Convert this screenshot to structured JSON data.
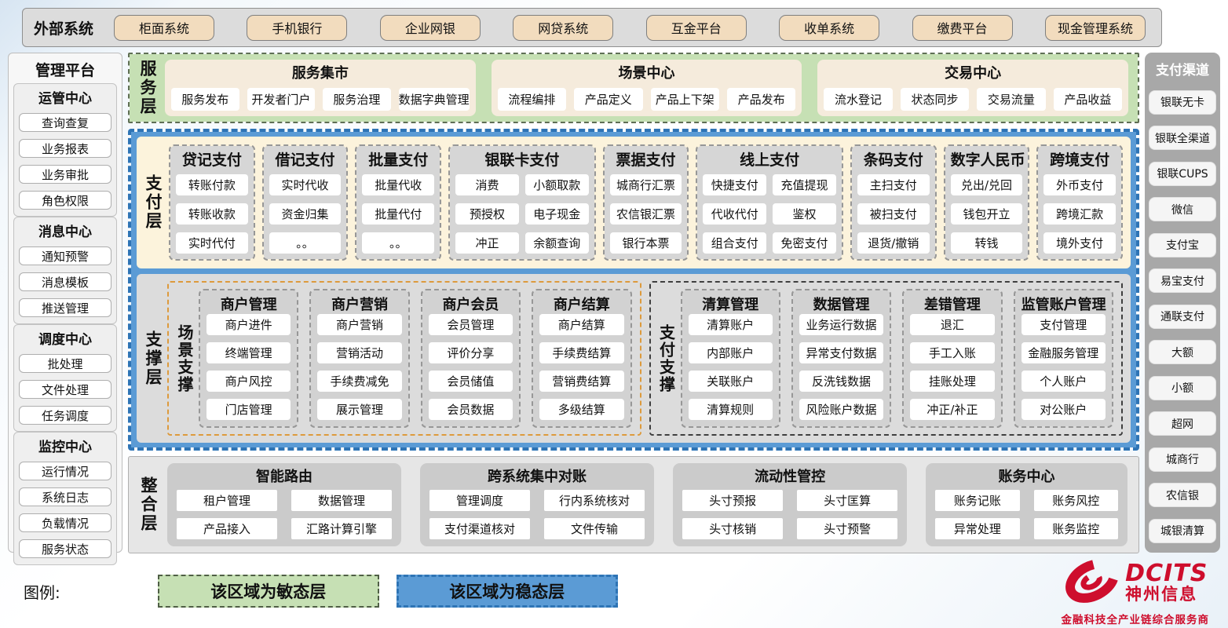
{
  "topbar": {
    "label": "外部系统",
    "items": [
      "柜面系统",
      "手机银行",
      "企业网银",
      "网贷系统",
      "互金平台",
      "收单系统",
      "缴费平台",
      "现金管理系统"
    ]
  },
  "left_sidebar": {
    "title": "管理平台",
    "groups": [
      {
        "title": "运管中心",
        "items": [
          "查询查复",
          "业务报表",
          "业务审批",
          "角色权限"
        ]
      },
      {
        "title": "消息中心",
        "items": [
          "通知预警",
          "消息模板",
          "推送管理"
        ]
      },
      {
        "title": "调度中心",
        "items": [
          "批处理",
          "文件处理",
          "任务调度"
        ]
      },
      {
        "title": "监控中心",
        "items": [
          "运行情况",
          "系统日志",
          "负载情况",
          "服务状态"
        ]
      }
    ]
  },
  "service_layer": {
    "label": "服务层",
    "centers": [
      {
        "title": "服务集市",
        "items": [
          "服务发布",
          "开发者门户",
          "服务治理",
          "数据字典管理"
        ]
      },
      {
        "title": "场景中心",
        "items": [
          "流程编排",
          "产品定义",
          "产品上下架",
          "产品发布"
        ]
      },
      {
        "title": "交易中心",
        "items": [
          "流水登记",
          "状态同步",
          "交易流量",
          "产品收益"
        ]
      }
    ]
  },
  "payment_layer": {
    "label": "支付层",
    "columns": [
      {
        "title": "贷记支付",
        "cols": 1,
        "items": [
          "转账付款",
          "转账收款",
          "实时代付"
        ]
      },
      {
        "title": "借记支付",
        "cols": 1,
        "items": [
          "实时代收",
          "资金归集",
          "。。"
        ]
      },
      {
        "title": "批量支付",
        "cols": 1,
        "items": [
          "批量代收",
          "批量代付",
          "。。"
        ]
      },
      {
        "title": "银联卡支付",
        "cols": 2,
        "items": [
          "消费",
          "小额取款",
          "预授权",
          "电子现金",
          "冲正",
          "余额查询"
        ]
      },
      {
        "title": "票据支付",
        "cols": 1,
        "items": [
          "城商行汇票",
          "农信银汇票",
          "银行本票"
        ]
      },
      {
        "title": "线上支付",
        "cols": 2,
        "items": [
          "快捷支付",
          "充值提现",
          "代收代付",
          "鉴权",
          "组合支付",
          "免密支付"
        ]
      },
      {
        "title": "条码支付",
        "cols": 1,
        "items": [
          "主扫支付",
          "被扫支付",
          "退货/撤销"
        ]
      },
      {
        "title": "数字人民币",
        "cols": 1,
        "items": [
          "兑出/兑回",
          "钱包开立",
          "转钱"
        ]
      },
      {
        "title": "跨境支付",
        "cols": 1,
        "items": [
          "外币支付",
          "跨境汇款",
          "境外支付"
        ]
      }
    ]
  },
  "support_layer": {
    "label": "支撑层",
    "zones": [
      {
        "label": "场景支撑",
        "name": "scene-support",
        "style": "orange",
        "columns": [
          {
            "title": "商户管理",
            "items": [
              "商户进件",
              "终端管理",
              "商户风控",
              "门店管理"
            ]
          },
          {
            "title": "商户营销",
            "items": [
              "商户营销",
              "营销活动",
              "手续费减免",
              "展示管理"
            ]
          },
          {
            "title": "商户会员",
            "items": [
              "会员管理",
              "评价分享",
              "会员储值",
              "会员数据"
            ]
          },
          {
            "title": "商户结算",
            "items": [
              "商户结算",
              "手续费结算",
              "营销费结算",
              "多级结算"
            ]
          }
        ]
      },
      {
        "label": "支付支撑",
        "name": "payment-support",
        "style": "dark",
        "columns": [
          {
            "title": "清算管理",
            "items": [
              "清算账户",
              "内部账户",
              "关联账户",
              "清算规则"
            ]
          },
          {
            "title": "数据管理",
            "items": [
              "业务运行数据",
              "异常支付数据",
              "反洗钱数据",
              "风险账户数据"
            ]
          },
          {
            "title": "差错管理",
            "items": [
              "退汇",
              "手工入账",
              "挂账处理",
              "冲正/补正"
            ]
          },
          {
            "title": "监管账户管理",
            "items": [
              "支付管理",
              "金融服务管理",
              "个人账户",
              "对公账户"
            ]
          }
        ]
      }
    ]
  },
  "integration_layer": {
    "label": "整合层",
    "sections": [
      {
        "title": "智能路由",
        "items": [
          "租户管理",
          "数据管理",
          "产品接入",
          "汇路计算引擎"
        ]
      },
      {
        "title": "跨系统集中对账",
        "items": [
          "管理调度",
          "行内系统核对",
          "支付渠道核对",
          "文件传输"
        ]
      },
      {
        "title": "流动性管控",
        "items": [
          "头寸预报",
          "头寸匡算",
          "头寸核销",
          "头寸预警"
        ]
      },
      {
        "title": "账务中心",
        "items": [
          "账务记账",
          "账务风控",
          "异常处理",
          "账务监控"
        ]
      }
    ]
  },
  "right_sidebar": {
    "title": "支付渠道",
    "items": [
      "银联无卡",
      "银联全渠道",
      "银联CUPS",
      "微信",
      "支付宝",
      "易宝支付",
      "通联支付",
      "大额",
      "小额",
      "超网",
      "城商行",
      "农信银",
      "城银清算"
    ]
  },
  "legend": {
    "label": "图例:",
    "items": [
      {
        "text": "该区域为敏态层",
        "type": "agile",
        "color": "#c6e0b4"
      },
      {
        "text": "该区域为稳态层",
        "type": "stable",
        "color": "#5b9bd5"
      }
    ]
  },
  "logo": {
    "name": "DCITS",
    "cn": "神州信息",
    "tagline": "金融科技全产业链综合服务商"
  },
  "colors": {
    "stable_blue": "#5b9bd5",
    "agile_green": "#c6e0b4",
    "cream": "#fcf3dc",
    "tan_button": "#f2dcbe",
    "brand_red": "#ce0e2d"
  }
}
